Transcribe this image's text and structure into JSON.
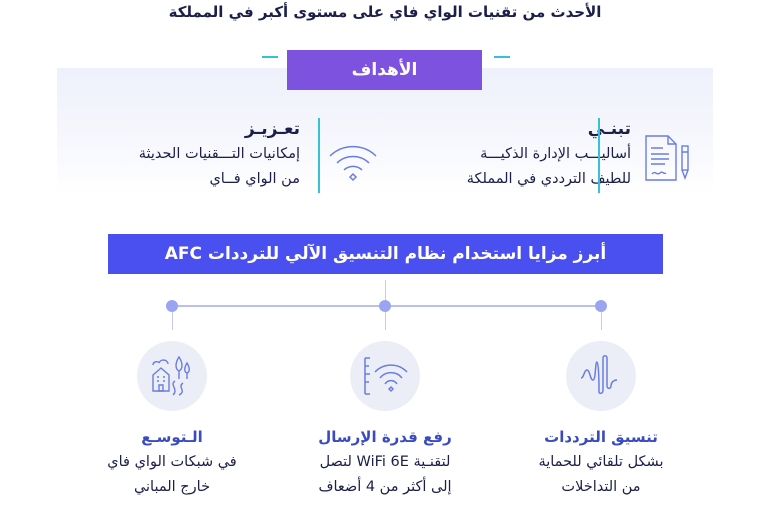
{
  "header": {
    "subtitle": "الأحدث من تقنيات الواي فاي على مستوى أكبر في المملكة"
  },
  "goals": {
    "tab_label": "الأهداف",
    "items": [
      {
        "title": "تبنـي",
        "line1": "أساليـــب الإدارة الذكيـــة",
        "line2": "للطيف الترددي في المملكة",
        "icon": "document-pen-icon"
      },
      {
        "title": "تعـزيـز",
        "line1": "إمكانيات التـــقنيات الحديثة",
        "line2": "من الواي فــاي",
        "icon": "wifi-icon"
      }
    ]
  },
  "afc": {
    "banner": "أبرز مزايا استخدام نظام التنسيق الآلي للترددات AFC",
    "features": [
      {
        "title": "تنسيق الترددات",
        "line1": "بشكل تلقائي للحماية",
        "line2": "من التداخلات",
        "icon": "frequency-wave-icon"
      },
      {
        "title": "رفع قدرة الإرسال",
        "line1": "لتقنـية WiFi 6E لتصل",
        "line2": "إلى أكثر من 4 أضعاف",
        "icon": "wifi-signal-ruler-icon"
      },
      {
        "title": "الـتوسـع",
        "line1": "في شبكات الواي فاي",
        "line2": "خارج المباني",
        "icon": "house-landscape-icon"
      }
    ]
  },
  "colors": {
    "purple": "#7d52de",
    "blue": "#4a4ff0",
    "teal": "#35c1d6",
    "navy": "#1b1f4a"
  }
}
